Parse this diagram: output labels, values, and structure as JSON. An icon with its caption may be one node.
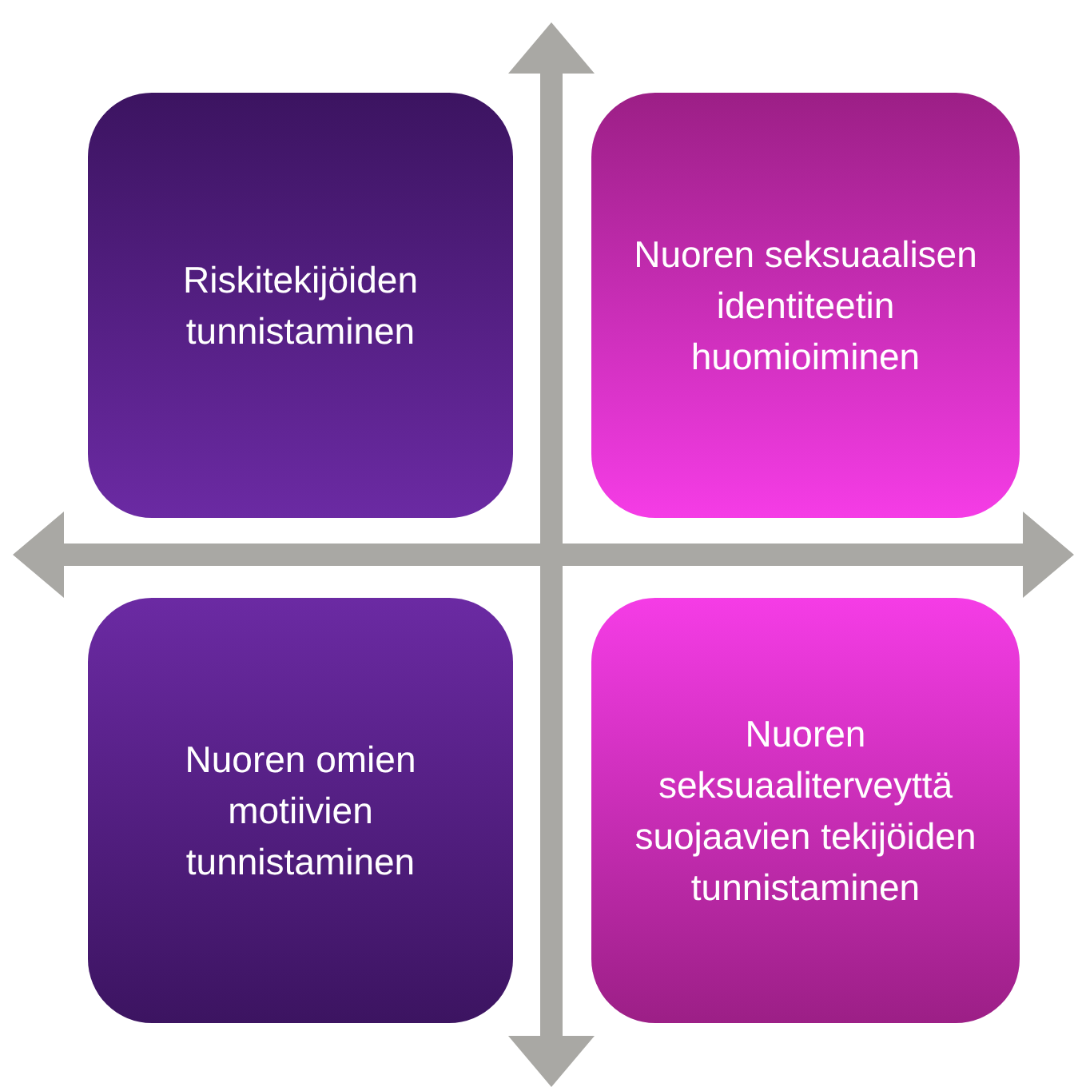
{
  "diagram": {
    "nodes": [
      {
        "text": [
          "Riskitekijöiden tunnistaminen"
        ]
      },
      {
        "text": [
          "Nuoren seksuaalisen identiteetin huomioiminen"
        ]
      },
      {
        "text": [
          "Nuoren omien motiivien tunnistaminen"
        ]
      },
      {
        "text": [
          "Nuoren seksuaaliterveyttä suojaavien tekijöiden tunnistaminen"
        ]
      }
    ]
  }
}
